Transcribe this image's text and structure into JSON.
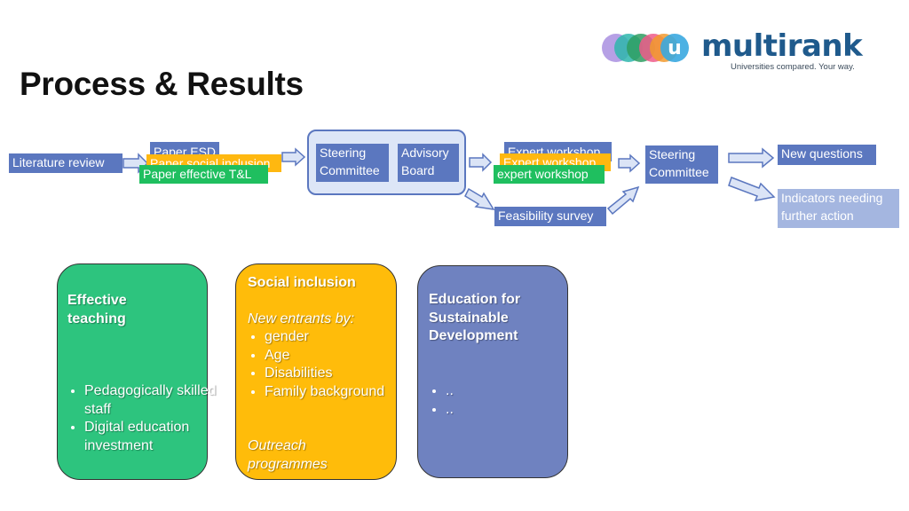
{
  "title": "Process & Results",
  "logo": {
    "name": "multirank",
    "badge_letter": "u",
    "tagline": "Universities compared. Your way.",
    "colors": [
      "#a98fe0",
      "#2eb6ad",
      "#2e9e62",
      "#ef5a8a",
      "#f29a2e",
      "#3aa9e0"
    ]
  },
  "flow": {
    "literature_review": "Literature review",
    "paper_esd": "Paper ESD",
    "paper_social_inclusion": "Paper social inclusion",
    "paper_effective_tl": "Paper effective T&L",
    "steering_committee_1": [
      "Steering",
      "Committee"
    ],
    "advisory_board": [
      "Advisory",
      "Board"
    ],
    "expert_workshop_1": "Expert workshop",
    "expert_workshop_2": "Expert workshop",
    "expert_workshop_3": "expert workshop",
    "feasibility_survey": "Feasibility survey",
    "steering_committee_2": [
      "Steering",
      "Committee"
    ],
    "new_questions": "New questions",
    "indicators": [
      "Indicators needing",
      "further action"
    ]
  },
  "cards": {
    "effective_teaching": {
      "title": [
        "Effective",
        "teaching"
      ],
      "bullets": [
        "Pedagogically skilled staff",
        "Digital education investment"
      ]
    },
    "social_inclusion": {
      "title": "Social inclusion",
      "subtitle": "New entrants by:",
      "bullets": [
        "gender",
        "Age",
        "Disabilities",
        "Family background"
      ],
      "footer": [
        "Outreach",
        "programmes"
      ]
    },
    "sustainable_development": {
      "title": [
        "Education for",
        "Sustainable",
        "Development"
      ],
      "bullets": [
        "..",
        ".."
      ]
    }
  }
}
